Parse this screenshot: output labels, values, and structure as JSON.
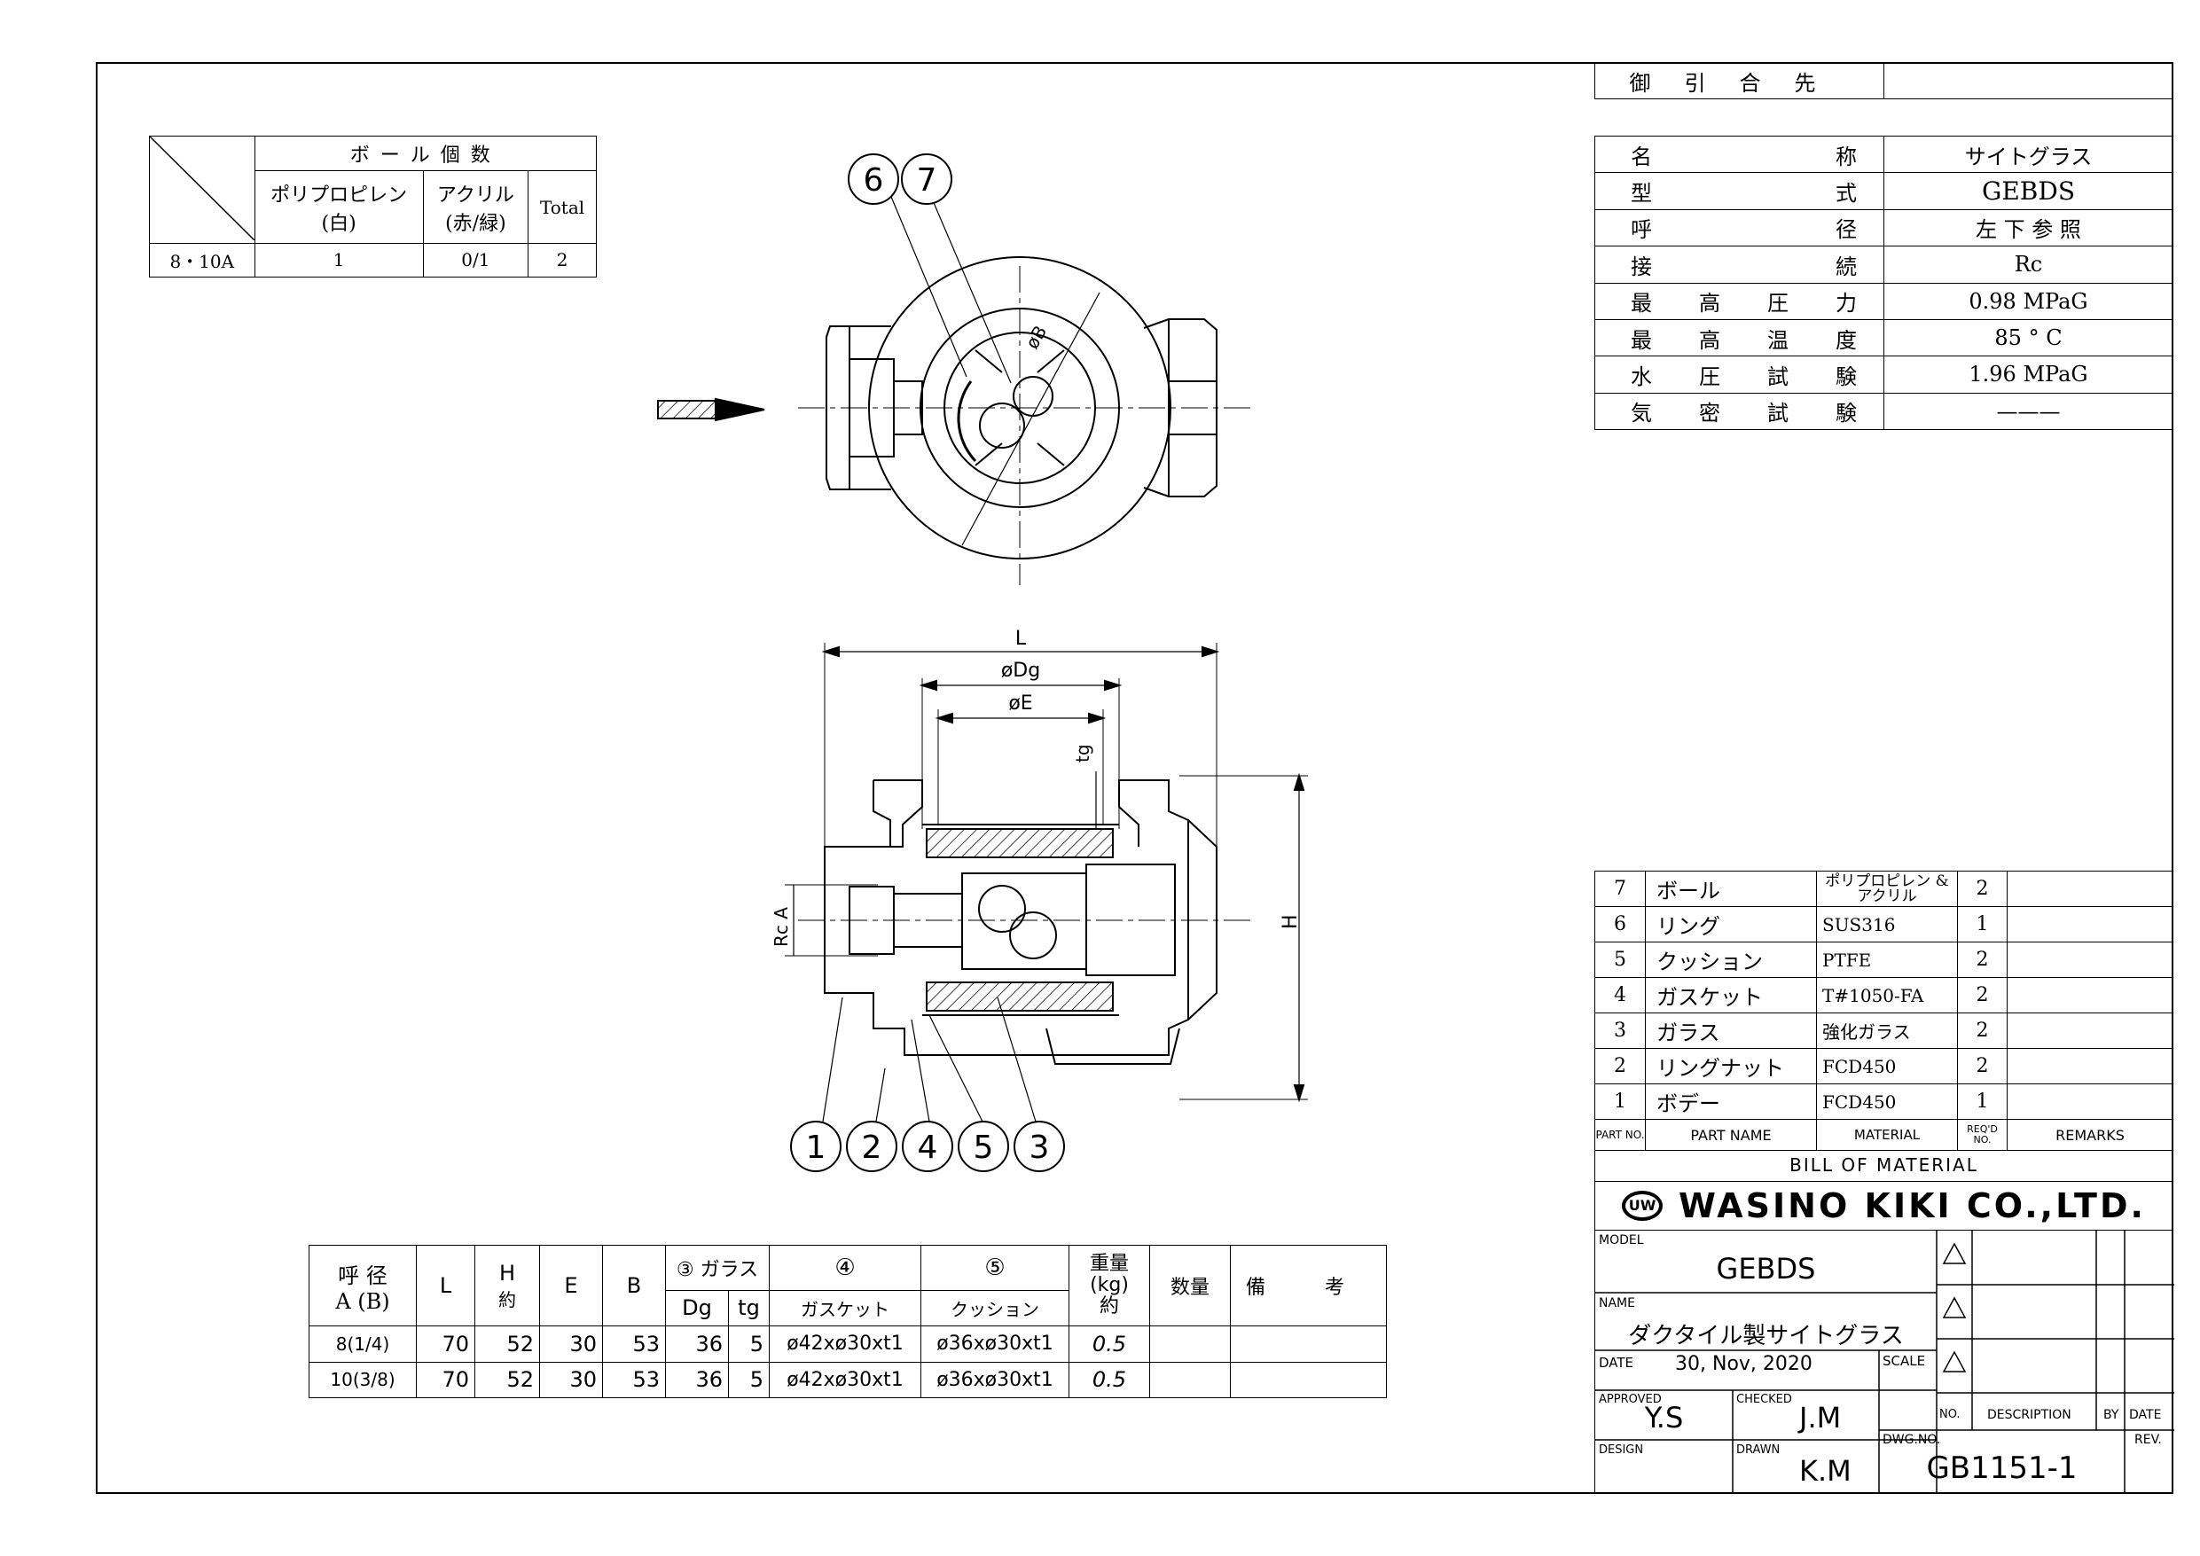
{
  "ball_table": {
    "title": "ボール個数",
    "col1": "ポリプロピレン",
    "col1_sub": "(白)",
    "col2": "アクリル",
    "col2_sub": "(赤/緑)",
    "col3": "Total",
    "row_size": "8・10A",
    "row_v1": "1",
    "row_v2": "0/1",
    "row_v3": "2"
  },
  "customer": {
    "label": "御引合先",
    "value": ""
  },
  "spec": [
    {
      "label": "名称",
      "value": "サイトグラス"
    },
    {
      "label": "型式",
      "value": "GEBDS"
    },
    {
      "label": "呼径",
      "value": "左 下 参 照"
    },
    {
      "label": "接続",
      "value": "Rc"
    },
    {
      "label": "最高圧力",
      "value": "0.98 MPaG"
    },
    {
      "label": "最高温度",
      "value": "85 ° C"
    },
    {
      "label": "水圧試験",
      "value": "1.96 MPaG"
    },
    {
      "label": "気密試験",
      "value": "———"
    }
  ],
  "bom": {
    "rows": [
      {
        "no": "7",
        "name": "ボール",
        "material": "ポリプロピレン & アクリル",
        "qty": "2",
        "remarks": ""
      },
      {
        "no": "6",
        "name": "リング",
        "material": "SUS316",
        "qty": "1",
        "remarks": ""
      },
      {
        "no": "5",
        "name": "クッション",
        "material": "PTFE",
        "qty": "2",
        "remarks": ""
      },
      {
        "no": "4",
        "name": "ガスケット",
        "material": "T#1050-FA",
        "qty": "2",
        "remarks": ""
      },
      {
        "no": "3",
        "name": "ガラス",
        "material": "強化ガラス",
        "qty": "2",
        "remarks": ""
      },
      {
        "no": "2",
        "name": "リングナット",
        "material": "FCD450",
        "qty": "2",
        "remarks": ""
      },
      {
        "no": "1",
        "name": "ボデー",
        "material": "FCD450",
        "qty": "1",
        "remarks": ""
      }
    ],
    "hdr_no": "PART NO.",
    "hdr_name": "PART NAME",
    "hdr_material": "MATERIAL",
    "hdr_qty": "REQ'D NO.",
    "hdr_remarks": "REMARKS",
    "caption": "BILL OF MATERIAL"
  },
  "company": {
    "logo": "UW",
    "name": "WASINO KIKI CO.,LTD."
  },
  "title_block": {
    "model_label": "MODEL",
    "model": "GEBDS",
    "name_label": "NAME",
    "name": "ダクタイル製サイトグラス",
    "date_label": "DATE",
    "date": "30, Nov, 2020",
    "scale_label": "SCALE",
    "approved_label": "APPROVED",
    "approved": "Y.S",
    "checked_label": "CHECKED",
    "checked": "J.M",
    "design_label": "DESIGN",
    "drawn_label": "DRAWN",
    "drawn": "K.M",
    "dwg_label": "DWG.NO.",
    "dwg": "GB1151-1",
    "rev_no": "NO.",
    "rev_desc": "DESCRIPTION",
    "rev_by": "BY",
    "rev_date": "DATE",
    "rev": "REV."
  },
  "dim_table": {
    "h_size": "呼 径",
    "h_size2": "A (B)",
    "h_L": "L",
    "h_H": "H",
    "h_H_sub": "約",
    "h_E": "E",
    "h_B": "B",
    "h_glass": "③ ガラス",
    "h_Dg": "Dg",
    "h_tg": "tg",
    "h_gasket_no": "④",
    "h_gasket": "ガスケット",
    "h_cushion_no": "⑤",
    "h_cushion": "クッション",
    "h_weight": "重量",
    "h_weight_unit": "(kg)",
    "h_weight_sub": "約",
    "h_qty": "数量",
    "h_remarks": "備 考",
    "rows": [
      {
        "size": "8(1/4)",
        "L": "70",
        "H": "52",
        "E": "30",
        "B": "53",
        "Dg": "36",
        "tg": "5",
        "gasket": "ø42xø30xt1",
        "cushion": "ø36xø30xt1",
        "weight": "0.5",
        "qty": "",
        "remarks": ""
      },
      {
        "size": "10(3/8)",
        "L": "70",
        "H": "52",
        "E": "30",
        "B": "53",
        "Dg": "36",
        "tg": "5",
        "gasket": "ø42xø30xt1",
        "cushion": "ø36xø30xt1",
        "weight": "0.5",
        "qty": "",
        "remarks": ""
      }
    ]
  },
  "drawing": {
    "balloon_top": [
      "6",
      "7"
    ],
    "balloon_bottom": [
      "1",
      "2",
      "4",
      "5",
      "3"
    ],
    "dim_L": "L",
    "dim_Dg": "øDg",
    "dim_E": "øE",
    "dim_tg": "tg",
    "dim_H": "H",
    "dim_B": "øB",
    "dim_RcA": "Rc A"
  }
}
